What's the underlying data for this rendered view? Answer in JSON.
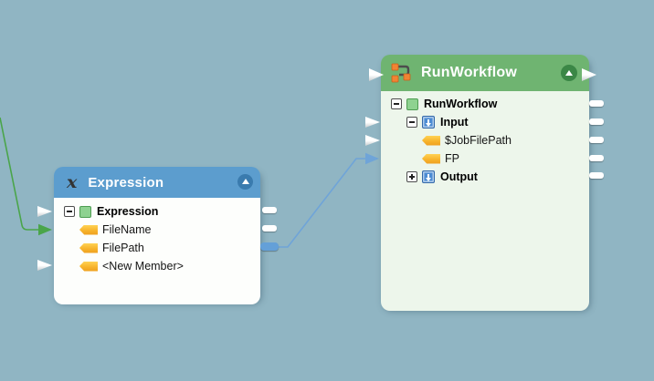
{
  "canvas": {
    "type": "workflow-editor-canvas"
  },
  "colors": {
    "background": "#90B5C3",
    "expression_header": "#5C9DCE",
    "expression_body": "#FDFEFC",
    "expression_collapse": "#3A7BAE",
    "runworkflow_header": "#6FB471",
    "runworkflow_body": "#EDF6EB",
    "runworkflow_collapse": "#3B8746",
    "edge_green": "#4AA54A",
    "edge_blue": "#6FA4D8",
    "pill_connected": "#64A0D8",
    "tag_light": "#FFD254",
    "tag_dark": "#EE9F1F",
    "type_square_fill": "#8ED290",
    "type_square_border": "#4E9D52",
    "io_icon_fill": "#4D8CD3"
  },
  "nodes": [
    {
      "id": "expression",
      "title": "Expression",
      "header_icon": "italic-x-icon",
      "header_icon_glyph": "x",
      "collapse_button": "collapse-up",
      "tree": [
        {
          "label": "Expression",
          "icon": "green-square",
          "expander": "minus",
          "bold": true,
          "indent": 0
        },
        {
          "label": "FileName",
          "icon": "member-tag",
          "expander": null,
          "bold": false,
          "indent": 1
        },
        {
          "label": "FilePath",
          "icon": "member-tag",
          "expander": null,
          "bold": false,
          "indent": 1
        },
        {
          "label": "<New Member>",
          "icon": "member-tag",
          "expander": null,
          "bold": false,
          "indent": 1
        }
      ]
    },
    {
      "id": "runworkflow",
      "title": "RunWorkflow",
      "header_icon": "workflow-icon",
      "collapse_button": "collapse-up",
      "tree": [
        {
          "label": "RunWorkflow",
          "icon": "green-square",
          "expander": "minus",
          "bold": true,
          "indent": 0
        },
        {
          "label": "Input",
          "icon": "io-down",
          "expander": "minus",
          "bold": true,
          "indent": 1
        },
        {
          "label": "$JobFilePath",
          "icon": "member-tag",
          "expander": null,
          "bold": false,
          "indent": 2
        },
        {
          "label": "FP",
          "icon": "member-tag",
          "expander": null,
          "bold": false,
          "indent": 2
        },
        {
          "label": "Output",
          "icon": "io-down",
          "expander": "plus",
          "bold": true,
          "indent": 1
        }
      ]
    }
  ],
  "edges": [
    {
      "name": "incoming-green-edge",
      "color": "#4AA54A",
      "target": "Expression.FileName"
    },
    {
      "name": "filepath-to-fp-edge",
      "color": "#6FA4D8",
      "source": "Expression.FilePath",
      "target": "RunWorkflow.FP"
    }
  ]
}
